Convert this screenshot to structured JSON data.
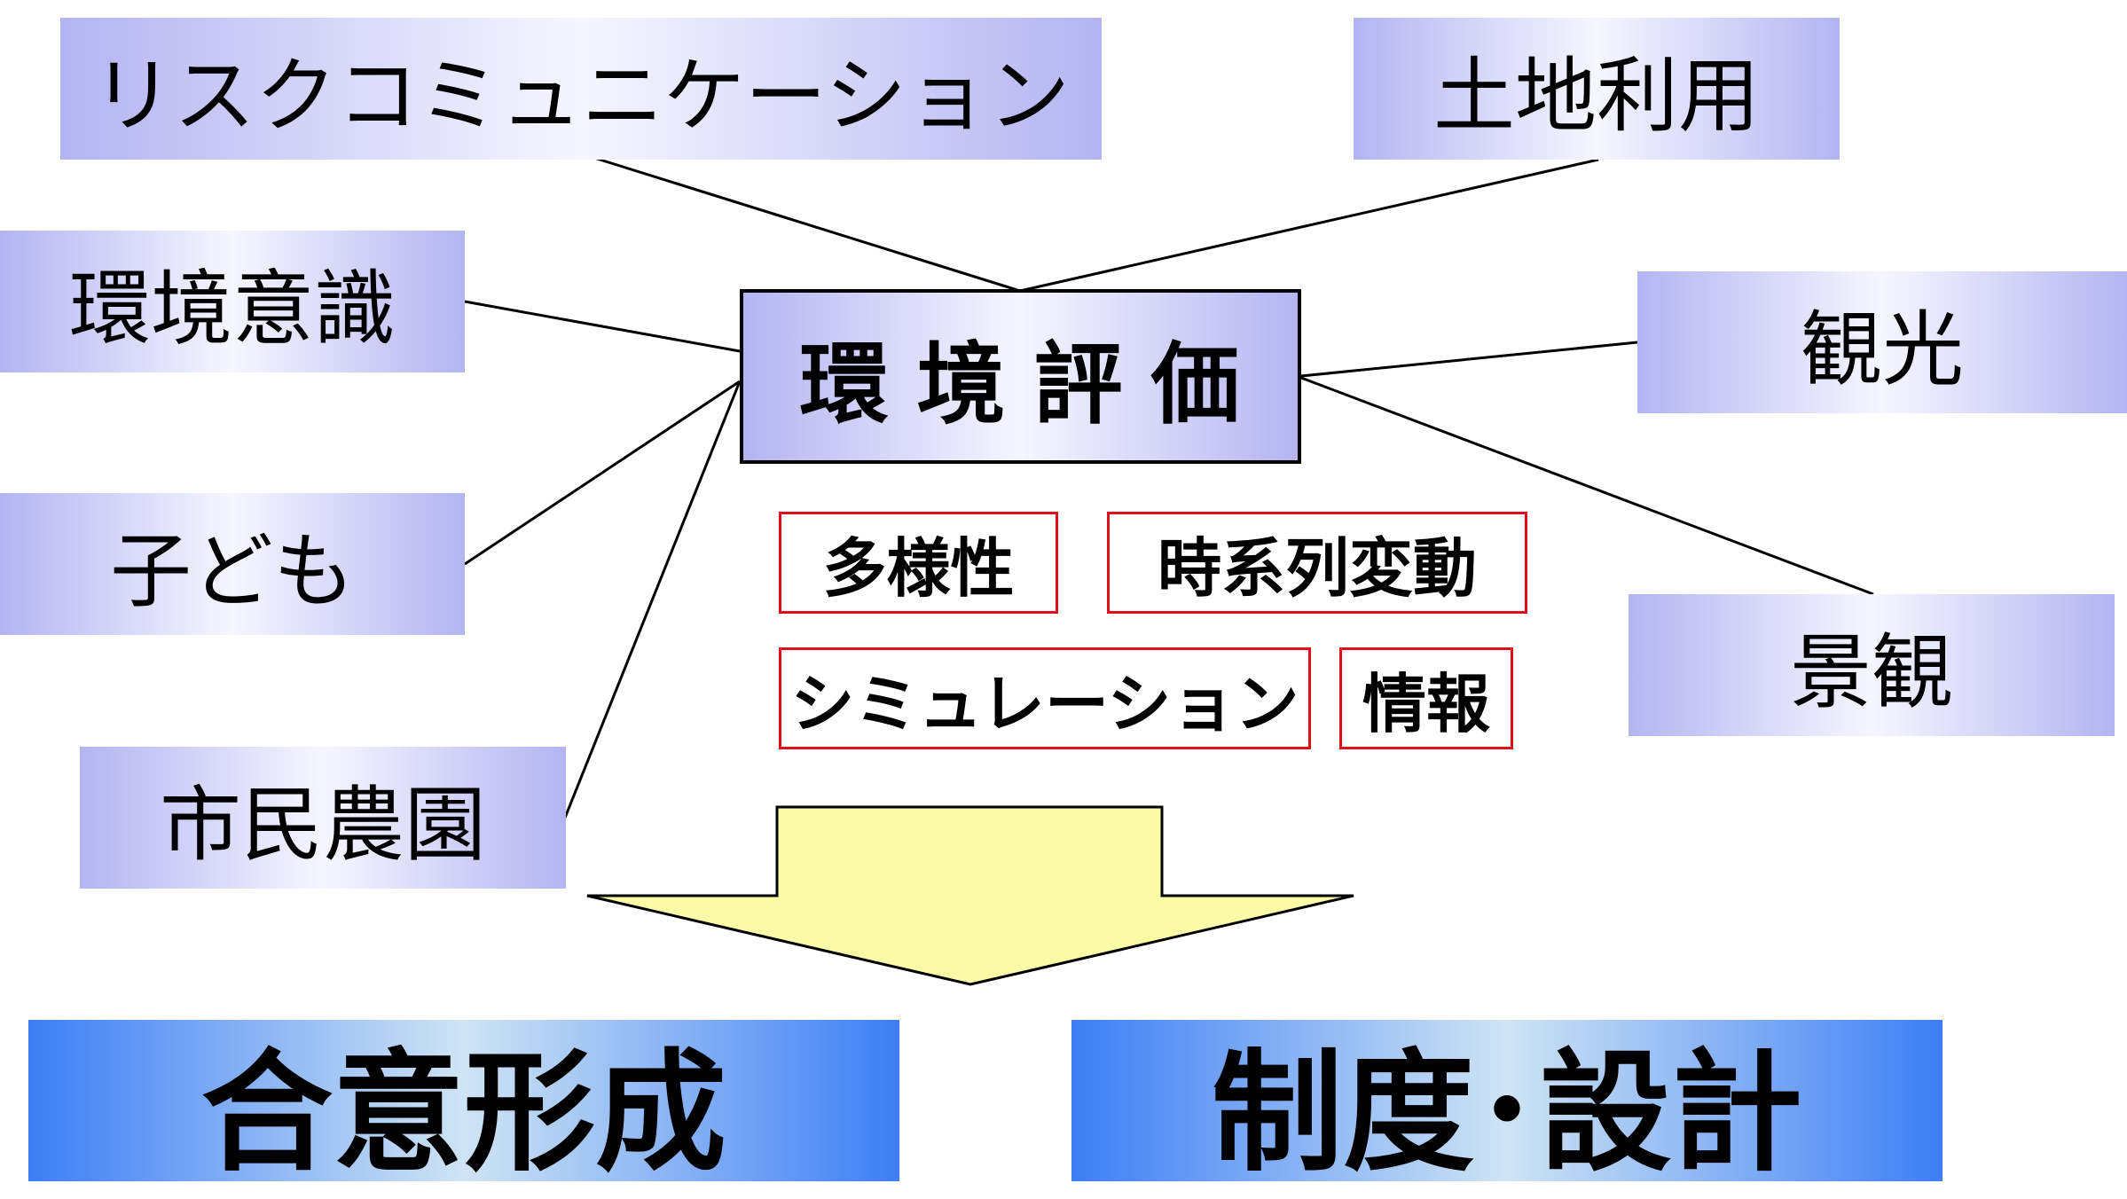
{
  "center": "環境評価",
  "topics": {
    "risk_communication": "リスクコミュニケーション",
    "land_use": "土地利用",
    "environmental_awareness": "環境意識",
    "tourism": "観光",
    "children": "子ども",
    "landscape": "景観",
    "community_garden": "市民農園"
  },
  "tags": {
    "diversity": "多様性",
    "time_series": "時系列変動",
    "simulation": "シミュレーション",
    "information": "情報"
  },
  "results": {
    "consensus": "合意形成",
    "institution_design": "制度･設計"
  },
  "colors": {
    "topic_gradient": [
      "#b4b4f2",
      "#f6f6ff"
    ],
    "result_gradient": [
      "#3d7ef5",
      "#cfe4f4"
    ],
    "tag_border": "#e0101a",
    "arrow_fill": "#fbfaa6"
  }
}
